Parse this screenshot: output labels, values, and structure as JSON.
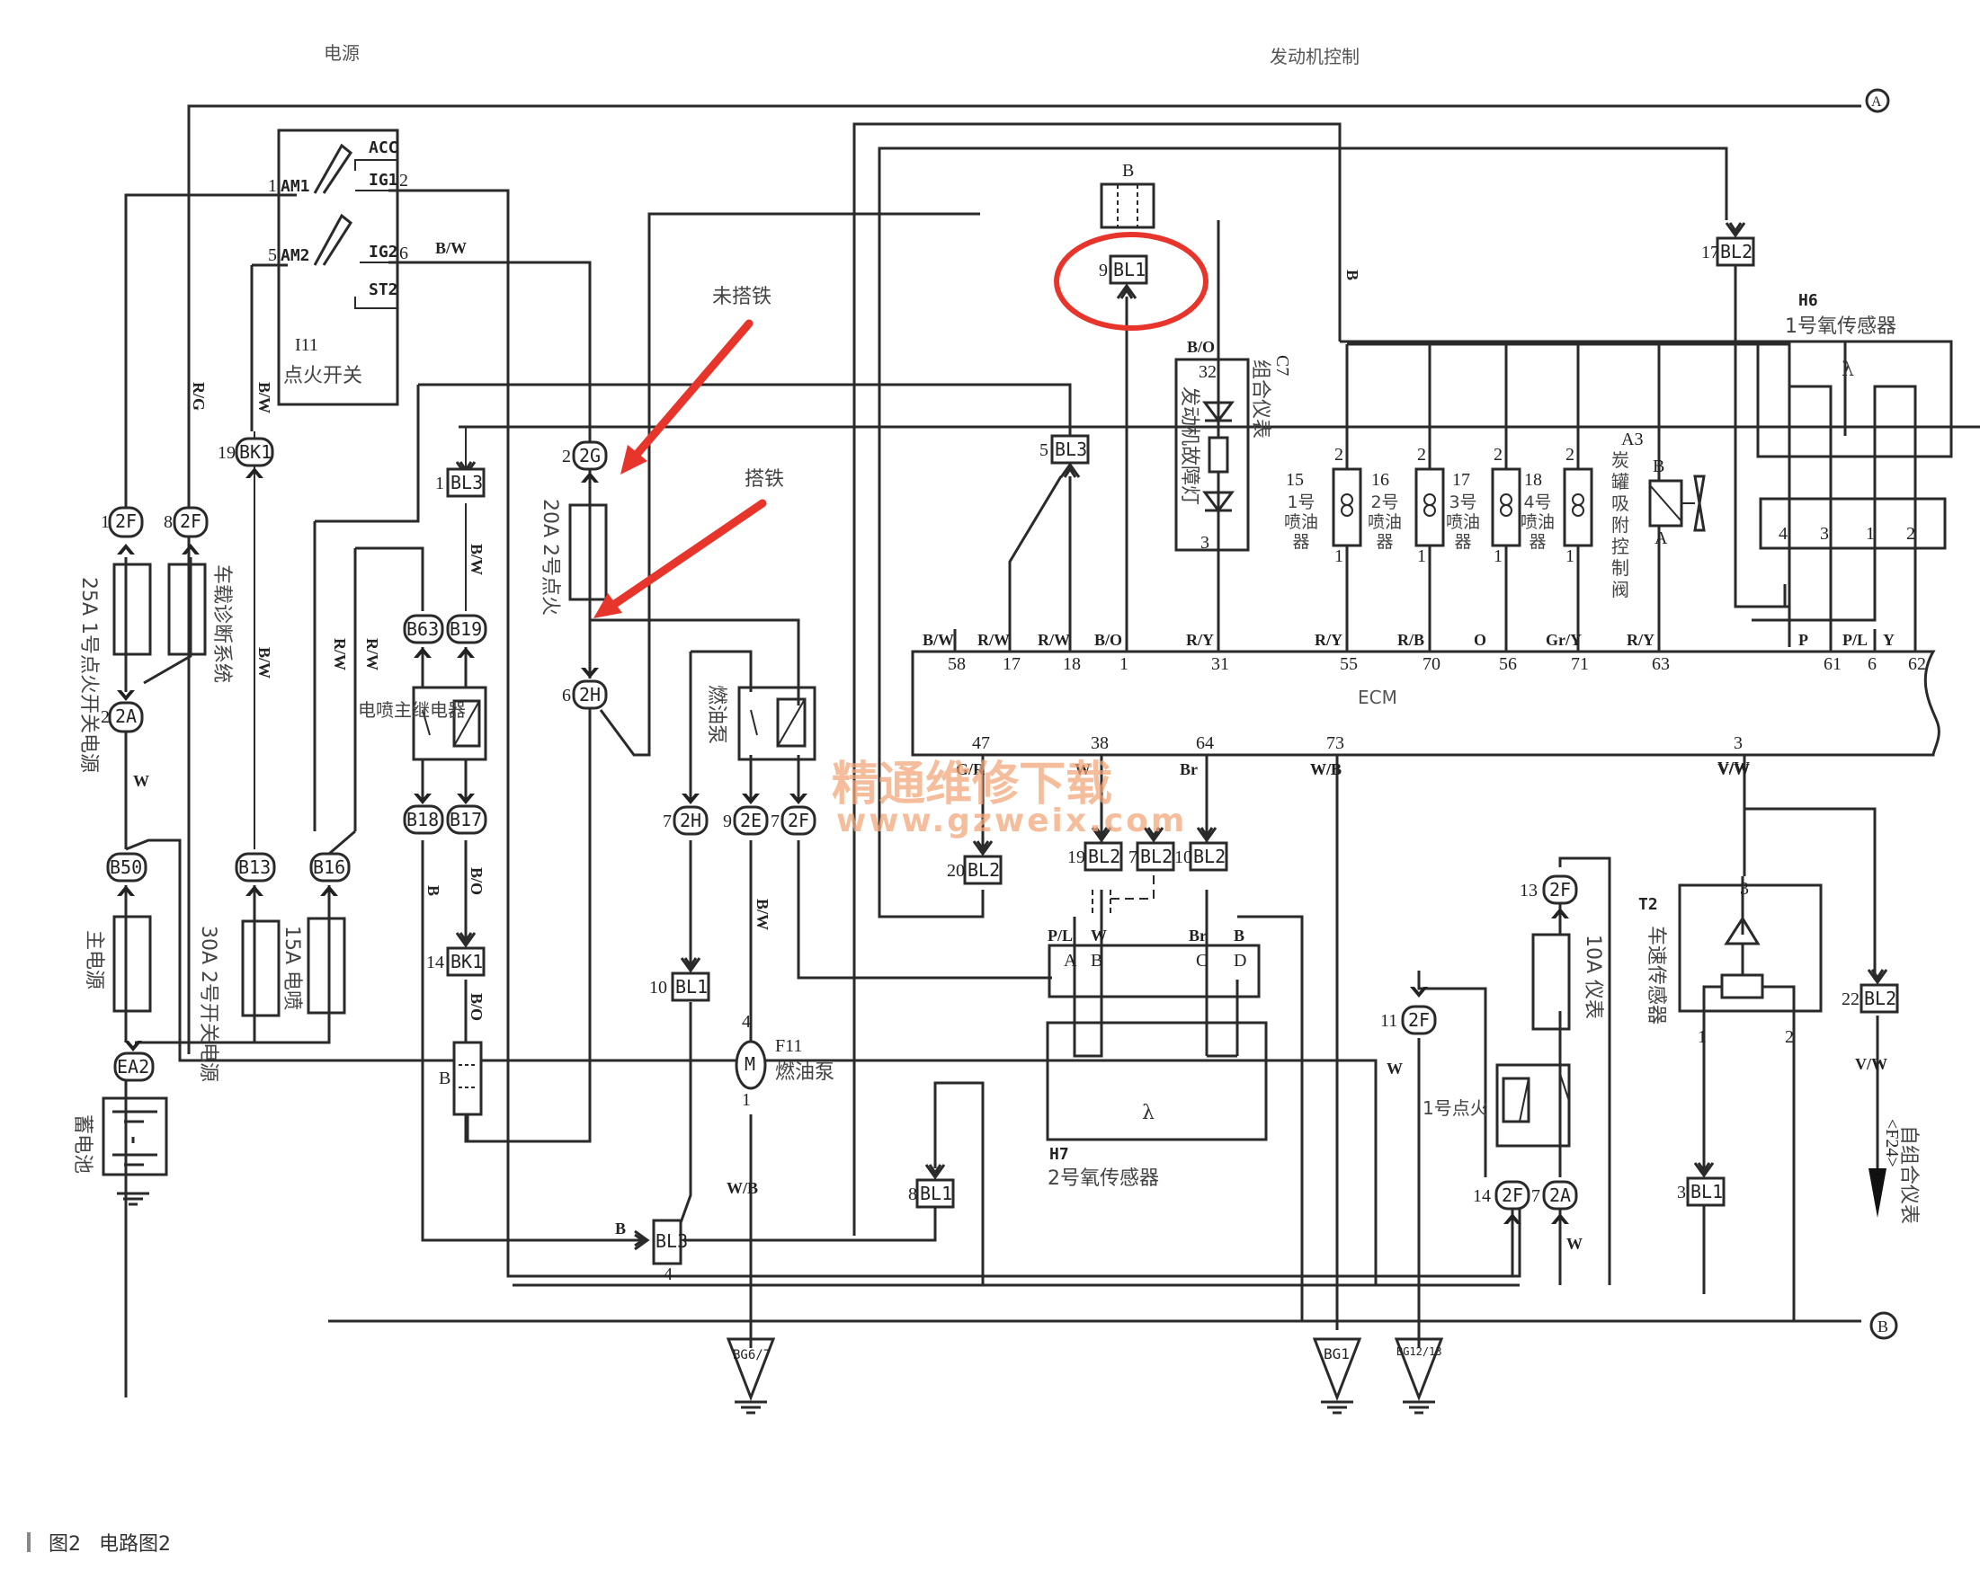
{
  "sections": {
    "power": "电源",
    "engine_control": "发动机控制"
  },
  "caption": {
    "figure_no": "图2",
    "title": "电路图2"
  },
  "annotations": {
    "not_grounded": "未搭铁",
    "grounded": "搭铁",
    "highlight_connector": "9 BL1",
    "annotation_color": "#e8352c"
  },
  "watermark": {
    "cn": "精通维修下载",
    "url": "www.gzweix.com"
  },
  "off_page_refs": {
    "a": "A",
    "b": "B"
  },
  "components": {
    "ignition_switch": {
      "id": "I11",
      "name": "点火开关",
      "terminals": [
        "ACC",
        "IG1",
        "IG2",
        "ST2",
        "AM1",
        "AM2"
      ],
      "pins": {
        "AM1": "1",
        "AM2": "5",
        "IG1": "2",
        "IG2": "6"
      }
    },
    "fuse_25a": "25A 1号点火开关电源",
    "fuse_diag": "车载诊断系统",
    "fuse_main": "主电源",
    "fuse_30a": "30A 2号开关电源",
    "fuse_15a": "15A 电喷",
    "fuse_20a": "20A 2号点火",
    "fuse_10a": "10A 仪表",
    "efi_relay": "电喷主继电器",
    "fuel_pump_relay": "燃油泵",
    "ignition_relay_1": "1号点火",
    "battery": "蓄电池",
    "fuel_pump": {
      "id": "F11",
      "name": "燃油泵",
      "motor": "M",
      "pins": [
        "4",
        "1"
      ]
    },
    "combination_meter": {
      "id": "C7",
      "name": "组合仪表",
      "lamp": "发动机故障灯",
      "pins": [
        "32",
        "3"
      ]
    },
    "injectors": [
      {
        "num": "15",
        "name": "1号喷油器",
        "pins": [
          "2",
          "1"
        ]
      },
      {
        "num": "16",
        "name": "2号喷油器",
        "pins": [
          "2",
          "1"
        ]
      },
      {
        "num": "17",
        "name": "3号喷油器",
        "pins": [
          "2",
          "1"
        ]
      },
      {
        "num": "18",
        "name": "4号喷油器",
        "pins": [
          "2",
          "1"
        ]
      }
    ],
    "canister_valve": {
      "id": "A3",
      "name": "炭罐吸附控制阀",
      "pins": [
        "B",
        "A"
      ]
    },
    "o2_sensor_1": {
      "id": "H6",
      "name": "1号氧传感器",
      "symbol": "λ",
      "pins": [
        "4",
        "3",
        "1",
        "2"
      ]
    },
    "o2_sensor_2": {
      "id": "H7",
      "name": "2号氧传感器",
      "symbol": "λ",
      "pins": [
        "A",
        "B",
        "C",
        "D"
      ],
      "wires": [
        "P/L",
        "W",
        "Br",
        "B"
      ]
    },
    "speed_sensor": {
      "id": "T2",
      "name": "车速传感器",
      "pins": [
        "3",
        "1",
        "2"
      ]
    },
    "ecm": {
      "label": "ECM",
      "top_pins": [
        {
          "pin": "58",
          "wire": "B/W"
        },
        {
          "pin": "17",
          "wire": "R/W"
        },
        {
          "pin": "18",
          "wire": "R/W"
        },
        {
          "pin": "1",
          "wire": "B/O"
        },
        {
          "pin": "31",
          "wire": "R/Y"
        },
        {
          "pin": "55",
          "wire": "R/Y"
        },
        {
          "pin": "70",
          "wire": "R/B"
        },
        {
          "pin": "56",
          "wire": "O"
        },
        {
          "pin": "71",
          "wire": "Gr/Y"
        },
        {
          "pin": "63",
          "wire": "R/Y"
        },
        {
          "pin": "61",
          "wire": "P"
        },
        {
          "pin": "6",
          "wire": "P/L"
        },
        {
          "pin": "62",
          "wire": "Y"
        }
      ],
      "bottom_pins": [
        {
          "pin": "47",
          "wire": "G/R"
        },
        {
          "pin": "38",
          "wire": "W"
        },
        {
          "pin": "64",
          "wire": "Br"
        },
        {
          "pin": "73",
          "wire": "W/B"
        },
        {
          "pin": "3",
          "wire": "V/W"
        }
      ]
    },
    "to_meter": {
      "text": "自组合仪表",
      "ref": "<F24>"
    }
  },
  "connectors": {
    "c_1_2F": "2F",
    "c_8_2F": "2F",
    "c_2_2A": "2A",
    "c_19_BK1": "BK1",
    "c_B50": "B50",
    "c_B13": "B13",
    "c_B16": "B16",
    "c_EA2": "EA2",
    "c_1_BL3": "BL3",
    "c_B63": "B63",
    "c_B19": "B19",
    "c_B18": "B18",
    "c_B17": "B17",
    "c_14_BK1": "BK1",
    "c_B_junction": "B",
    "c_2_2G": "2G",
    "c_6_2H": "2H",
    "c_7_2H": "2H",
    "c_9_2E": "2E",
    "c_7_2F": "2F",
    "c_10_BL1": "BL1",
    "c_4_BL3": "BL3",
    "c_5_BL3": "BL3",
    "c_9_BL1": "BL1",
    "c_top_junction": "B",
    "c_17_BL2": "BL2",
    "c_20_BL2": "BL2",
    "c_19_BL2": "BL2",
    "c_7_BL2": "BL2",
    "c_10_BL2": "BL2",
    "c_8_BL1": "BL1",
    "c_13_2F": "2F",
    "c_11_2F": "2F",
    "c_14_2F": "2F",
    "c_7_2A": "2A",
    "c_3_BL1": "BL1",
    "c_22_BL2": "BL2"
  },
  "connector_pins": {
    "c_1_2F": "1",
    "c_8_2F": "8",
    "c_2_2A": "2",
    "c_19_BK1": "19",
    "c_1_BL3": "1",
    "c_14_BK1": "14",
    "c_2_2G": "2",
    "c_6_2H": "6",
    "c_7_2H": "7",
    "c_9_2E": "9",
    "c_7_2F": "7",
    "c_10_BL1": "10",
    "c_4_BL3": "4",
    "c_5_BL3": "5",
    "c_9_BL1": "9",
    "c_17_BL2": "17",
    "c_20_BL2": "20",
    "c_19_BL2": "19",
    "c_7_BL2": "7",
    "c_10_BL2": "10",
    "c_8_BL1": "8",
    "c_13_2F": "13",
    "c_11_2F": "11",
    "c_14_2F": "14",
    "c_7_2A": "7",
    "c_3_BL1": "3",
    "c_22_BL2": "22"
  },
  "wire_colors": {
    "r_g": "R/G",
    "b_w_ign": "B/W",
    "b_w_2": "B/W",
    "w_main": "W",
    "r_w1": "R/W",
    "r_w2": "R/W",
    "b_w_bl3": "B/W",
    "b_o_1": "B/O",
    "b_o_2": "B/O",
    "b_relay": "B",
    "b_j": "B",
    "b_mid": "B",
    "b_w_pump": "B/W",
    "w_b_pump": "W/B",
    "b_bl3": "B",
    "w_b_ecm": "W/B",
    "v_w": "V/W",
    "w_2a": "W",
    "b_o_c7": "B/O",
    "v_w_out": "V/W",
    "b_top": "B"
  },
  "grounds": [
    "BG6/7",
    "BG1",
    "BG12/13"
  ]
}
